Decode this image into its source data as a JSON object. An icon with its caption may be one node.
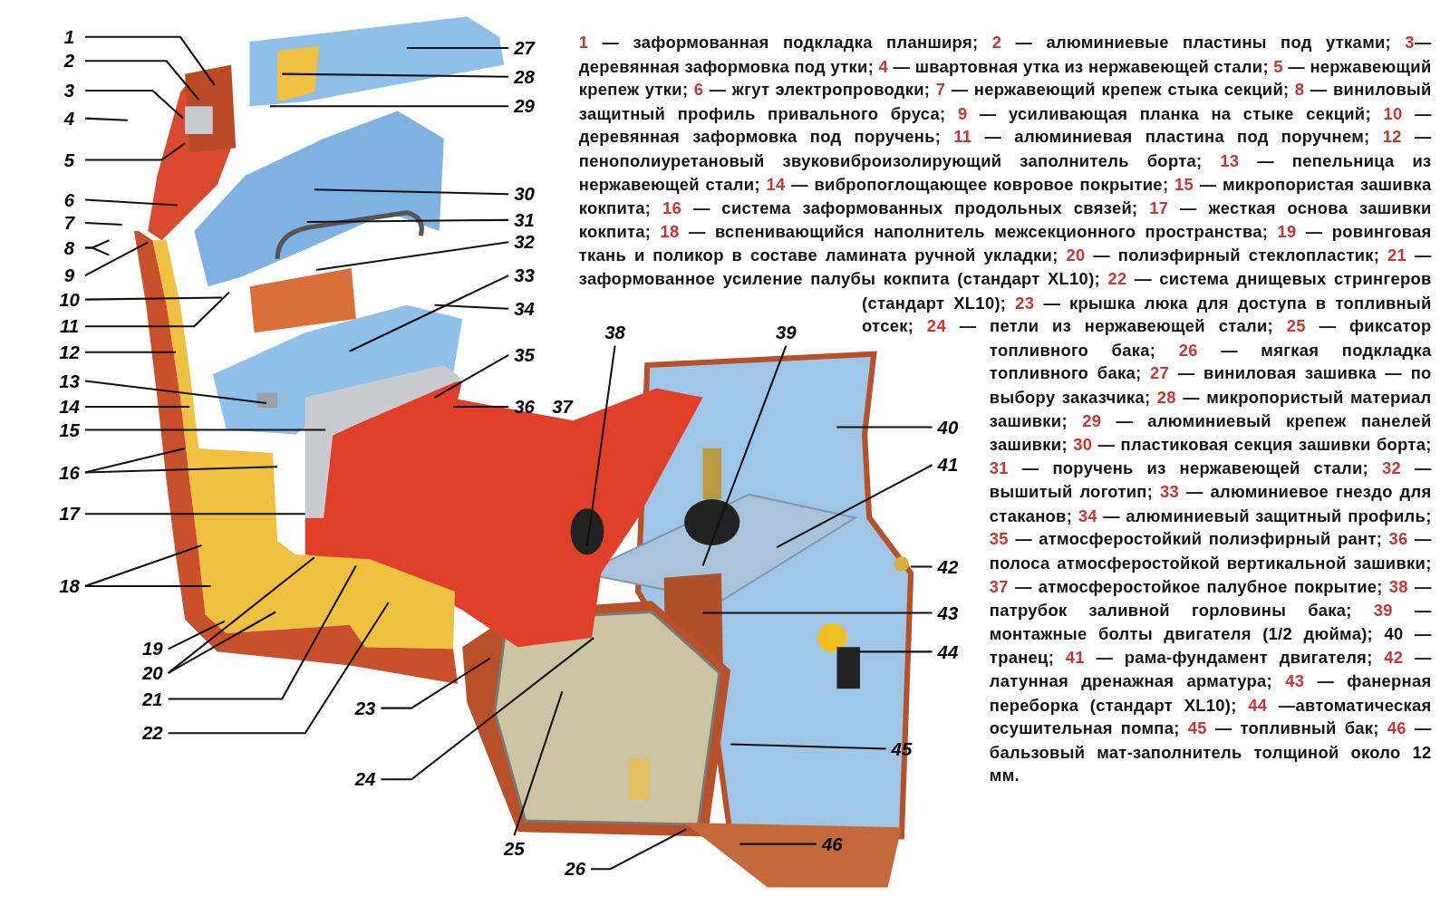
{
  "diagram": {
    "nodes": [
      {
        "text": [
          "1"
        ]
      },
      {
        "text": [
          "2"
        ]
      },
      {
        "text": [
          "3"
        ]
      },
      {
        "text": [
          "4"
        ]
      },
      {
        "text": [
          "5"
        ]
      },
      {
        "text": [
          "6"
        ]
      },
      {
        "text": [
          "7"
        ]
      },
      {
        "text": [
          "8"
        ]
      },
      {
        "text": [
          "9"
        ]
      },
      {
        "text": [
          "10"
        ]
      },
      {
        "text": [
          "11"
        ]
      },
      {
        "text": [
          "12"
        ]
      },
      {
        "text": [
          "13"
        ]
      },
      {
        "text": [
          "14"
        ]
      },
      {
        "text": [
          "15"
        ]
      },
      {
        "text": [
          "16"
        ]
      },
      {
        "text": [
          "17"
        ]
      },
      {
        "text": [
          "18"
        ]
      },
      {
        "text": [
          "19"
        ]
      },
      {
        "text": [
          "20"
        ]
      },
      {
        "text": [
          "21"
        ]
      },
      {
        "text": [
          "22"
        ]
      },
      {
        "text": [
          "23"
        ]
      },
      {
        "text": [
          "24"
        ]
      },
      {
        "text": [
          "25"
        ]
      },
      {
        "text": [
          "26"
        ]
      },
      {
        "text": [
          "27"
        ]
      },
      {
        "text": [
          "28"
        ]
      },
      {
        "text": [
          "29"
        ]
      },
      {
        "text": [
          "30"
        ]
      },
      {
        "text": [
          "31"
        ]
      },
      {
        "text": [
          "32"
        ]
      },
      {
        "text": [
          "33"
        ]
      },
      {
        "text": [
          "34"
        ]
      },
      {
        "text": [
          "35"
        ]
      },
      {
        "text": [
          "36"
        ]
      },
      {
        "text": [
          "38"
        ]
      },
      {
        "text": [
          "39"
        ]
      },
      {
        "text": [
          "40"
        ]
      },
      {
        "text": [
          "41"
        ]
      },
      {
        "text": [
          "42"
        ]
      },
      {
        "text": [
          "43"
        ]
      },
      {
        "text": [
          "44"
        ]
      },
      {
        "text": [
          "45"
        ]
      },
      {
        "text": [
          "46"
        ]
      }
    ],
    "edges": [
      {
        "from": 0,
        "to": null,
        "arrow": "none"
      },
      {
        "from": 1,
        "to": null,
        "arrow": "none"
      },
      {
        "from": 2,
        "to": null,
        "arrow": "none"
      },
      {
        "from": 3,
        "to": null,
        "arrow": "none"
      },
      {
        "from": 4,
        "to": null,
        "arrow": "none"
      },
      {
        "from": 5,
        "to": null,
        "arrow": "none"
      },
      {
        "from": 6,
        "to": null,
        "arrow": "none"
      },
      {
        "from": 7,
        "to": null,
        "arrow": "none"
      },
      {
        "from": 7,
        "to": null,
        "arrow": "none"
      },
      {
        "from": 8,
        "to": null,
        "arrow": "none"
      },
      {
        "from": 9,
        "to": null,
        "arrow": "none"
      },
      {
        "from": 10,
        "to": null,
        "arrow": "none"
      },
      {
        "from": 11,
        "to": null,
        "arrow": "none"
      },
      {
        "from": 12,
        "to": null,
        "arrow": "none"
      },
      {
        "from": 13,
        "to": null,
        "arrow": "none"
      },
      {
        "from": 14,
        "to": null,
        "arrow": "none"
      },
      {
        "from": 15,
        "to": null,
        "arrow": "none"
      },
      {
        "from": 15,
        "to": null,
        "arrow": "none"
      },
      {
        "from": 16,
        "to": null,
        "arrow": "none"
      },
      {
        "from": 17,
        "to": null,
        "arrow": "none"
      },
      {
        "from": 17,
        "to": null,
        "arrow": "none"
      },
      {
        "from": 18,
        "to": null,
        "arrow": "none"
      },
      {
        "from": 19,
        "to": null,
        "arrow": "none"
      },
      {
        "from": 19,
        "to": null,
        "arrow": "none"
      },
      {
        "from": 20,
        "to": null,
        "arrow": "none"
      },
      {
        "from": 21,
        "to": null,
        "arrow": "none"
      },
      {
        "from": 22,
        "to": null,
        "arrow": "none"
      },
      {
        "from": 23,
        "to": null,
        "arrow": "none"
      },
      {
        "from": 24,
        "to": null,
        "arrow": "none"
      },
      {
        "from": 25,
        "to": null,
        "arrow": "none"
      },
      {
        "from": 26,
        "to": null,
        "arrow": "none"
      },
      {
        "from": 27,
        "to": null,
        "arrow": "none"
      },
      {
        "from": 28,
        "to": null,
        "arrow": "none"
      },
      {
        "from": 29,
        "to": null,
        "arrow": "none"
      },
      {
        "from": 30,
        "to": null,
        "arrow": "none"
      },
      {
        "from": 31,
        "to": null,
        "arrow": "none"
      },
      {
        "from": 32,
        "to": null,
        "arrow": "none"
      },
      {
        "from": 33,
        "to": null,
        "arrow": "none"
      },
      {
        "from": 34,
        "to": null,
        "arrow": "none"
      },
      {
        "from": 35,
        "to": null,
        "arrow": "none"
      },
      {
        "from": 36,
        "to": null,
        "arrow": "none"
      },
      {
        "from": 37,
        "to": null,
        "arrow": "none"
      },
      {
        "from": 38,
        "to": null,
        "arrow": "none"
      },
      {
        "from": 39,
        "to": null,
        "arrow": "none"
      },
      {
        "from": 40,
        "to": null,
        "arrow": "none"
      },
      {
        "from": 41,
        "to": null,
        "arrow": "none"
      },
      {
        "from": 42,
        "to": null,
        "arrow": "none"
      },
      {
        "from": 43,
        "to": null,
        "arrow": "none"
      },
      {
        "from": 44,
        "to": null,
        "arrow": "none"
      }
    ],
    "labels": [
      "**1** — заформованная подкладка планширя;",
      "**2** — алюминиевые пластины под утками;",
      "**3**— деревянная заформовка под утки;",
      "**4** — швартовная утка из нержавеющей стали;",
      "**5** — нержавеющий крепеж утки;",
      "**6** — жгут электропроводки;",
      "**7** — нержавеющий крепеж стыка секций;",
      "**8** — виниловый защитный профиль привального бруса;",
      "**9** — усиливающая планка на стыке секций;",
      "**10** — деревянная заформовка под поручень;",
      "**11** — алюминиевая пластина под поручнем;",
      "**12** — пенополиуретановый звуковиброизолирующий заполнитель борта;",
      "**13** — пепельница из нержавеющей стали;",
      "**14** — вибропоглощающее ковровое покрытие;",
      "**15** — микропористая зашивка кокпита;",
      "**16** — система заформованных продольных связей;",
      "**17** — жесткая основа зашивки кокпита;",
      "**18** — вспенивающийся наполнитель межсекционного пространства;",
      "**19** — ровинговая ткань и поликор в составе ламината ручной укладки;",
      "**20** — полиэфирный стеклопластик;",
      "**21** — заформованное усиление палубы кокпита (стандарт XL10);",
      "**22** — система днищевых стрингеров (стандарт XL10);",
      "**23** — крышка люка для доступа в топливный отсек;",
      "**24** — петли из нержавеющей стали;",
      "**25** — фиксатор топливного бака;",
      "**26** — мягкая подкладка топливного бака;",
      "**27** — виниловая зашивка — по выбору заказчика;",
      "**28** — микропористый материал зашивки;",
      "**29** — алюминиевый крепеж панелей зашивки;",
      "**30** — пластиковая секция зашивки борта;",
      "**31** — поручень из нержавеющей стали;",
      "**32** — вышитый логотип;",
      "**33** — алюминиевое гнездо для стаканов;",
      "**34** — алюминиевый защитный профиль;",
      "**35** — атмосферостойкий полиэфирный рант;",
      "**36** — полоса атмосферостойкой вертикальной зашивки;",
      "**37** — атмосферостойкое палубное покрытие;",
      "**38** — патрубок заливной горловины бака;",
      "**39** — монтажные болты двигателя (1/2 дюйма);",
      "40 — транец;",
      "**41** — рама-фундамент двигателя;",
      "**42** — латунная дренажная арматура;",
      "**43** — фанерная переборка (стандарт XL10);",
      "**44** —автоматическая осушительная помпа;",
      "**45** — топливный бак;",
      "**46** — бальзовый мат-заполнитель толщиной около 12 мм.",
      "37"
    ]
  }
}
